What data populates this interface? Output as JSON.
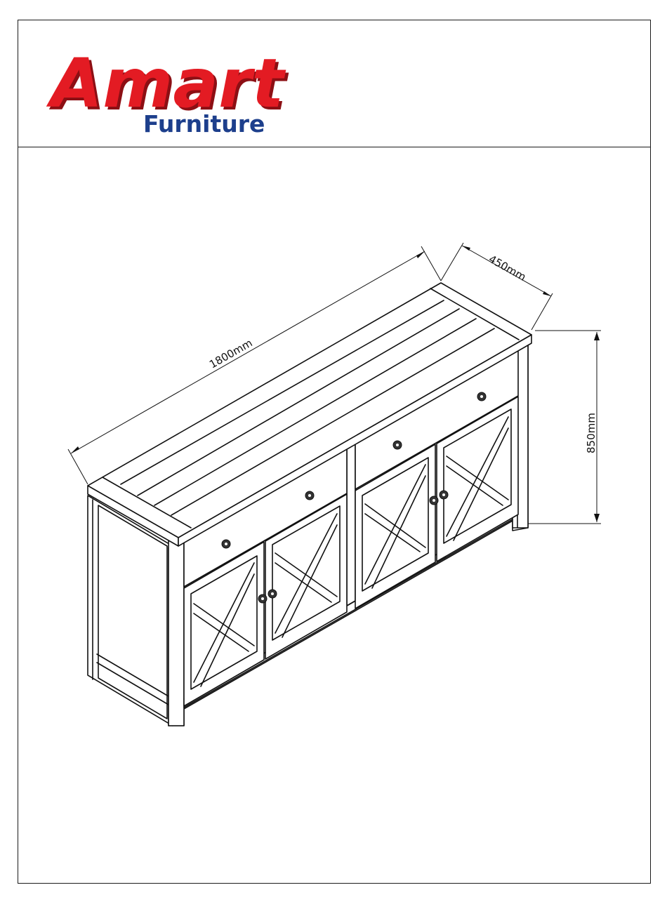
{
  "logo": {
    "brand": "Amart",
    "sub": "Furniture",
    "colors": {
      "brand_red": "#e31b23",
      "brand_shadow": "#8c0f14",
      "sub_blue": "#1d3f8c"
    }
  },
  "dimensions": {
    "length": "1800mm",
    "depth": "450mm",
    "height": "850mm"
  }
}
